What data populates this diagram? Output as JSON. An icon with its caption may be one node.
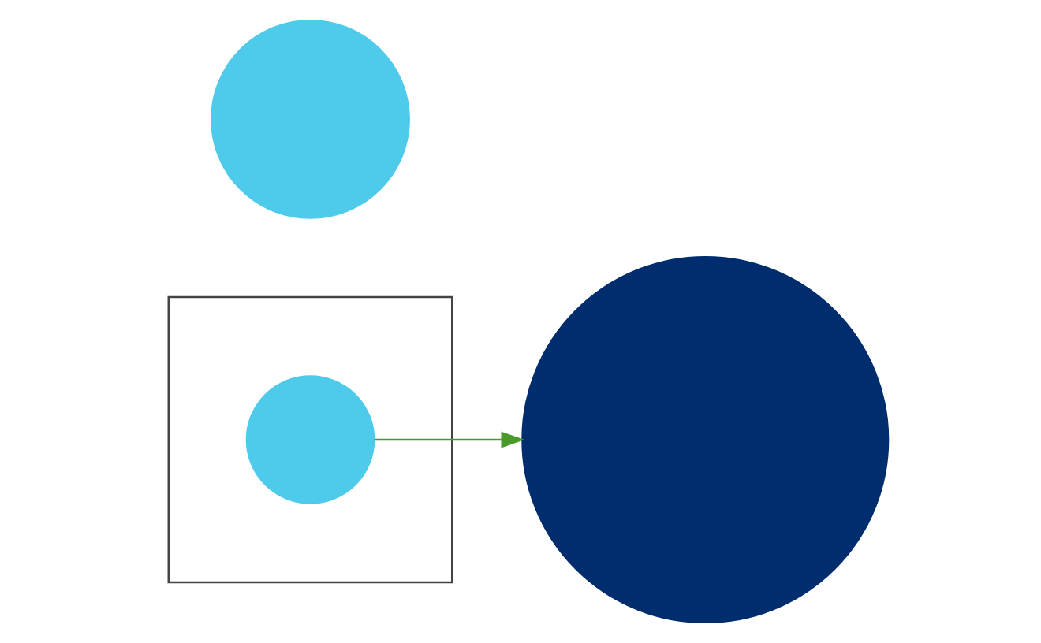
{
  "diagram": {
    "nodes": [
      {
        "text": [],
        "shape": "box"
      },
      {
        "text": [],
        "shape": "circle",
        "in": 0
      },
      {
        "text": [],
        "shape": "circle"
      },
      {
        "text": [],
        "shape": "circle"
      }
    ],
    "edges": [
      {
        "from": 1,
        "to": 3,
        "arrow": "to",
        "color": "#4a9a2a"
      }
    ]
  }
}
